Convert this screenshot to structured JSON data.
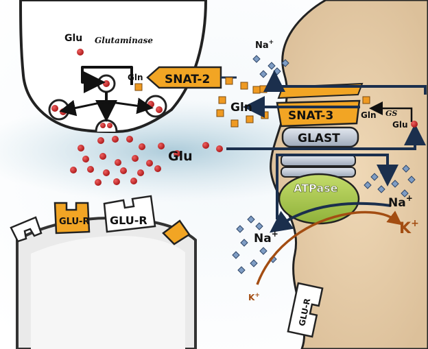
{
  "labels": {
    "glu_top": "Glu",
    "glutaminase": "Glutaminase",
    "gln_pre": "Gln",
    "snat2": "SNAT-2",
    "na_top_base": "Na",
    "na_top_sup": "+",
    "gln_cleft": "Gln",
    "snat3": "SNAT-3",
    "gln_astro": "Gln",
    "gs": "GS",
    "glu_astro": "Glu",
    "glast": "GLAST",
    "glu_cleft": "Glu",
    "atpase": "ATPase",
    "na_right_base": "Na",
    "na_right_sup": "+",
    "na_left_base": "Na",
    "na_left_sup": "+",
    "k_big_base": "K",
    "k_big_sup": "+",
    "k_small_base": "K",
    "k_small_sup": "+",
    "glur_1": "GLU-R",
    "glur_2": "GLU-R",
    "glur_astro": "GLU-R"
  },
  "colors": {
    "astrocyte": "#e8cda5",
    "cleft_blue": "#b5d2de",
    "glu_dot": "#c42020",
    "gln_square": "#ef9a22",
    "na_diamond": "#7f9dc4",
    "transporter_orange": "#f2a524",
    "glast_gray": "#b9c2d0",
    "atpase_green": "#a9c84b",
    "arrow_navy": "#1b2f4d",
    "k_brown": "#a34d12"
  }
}
